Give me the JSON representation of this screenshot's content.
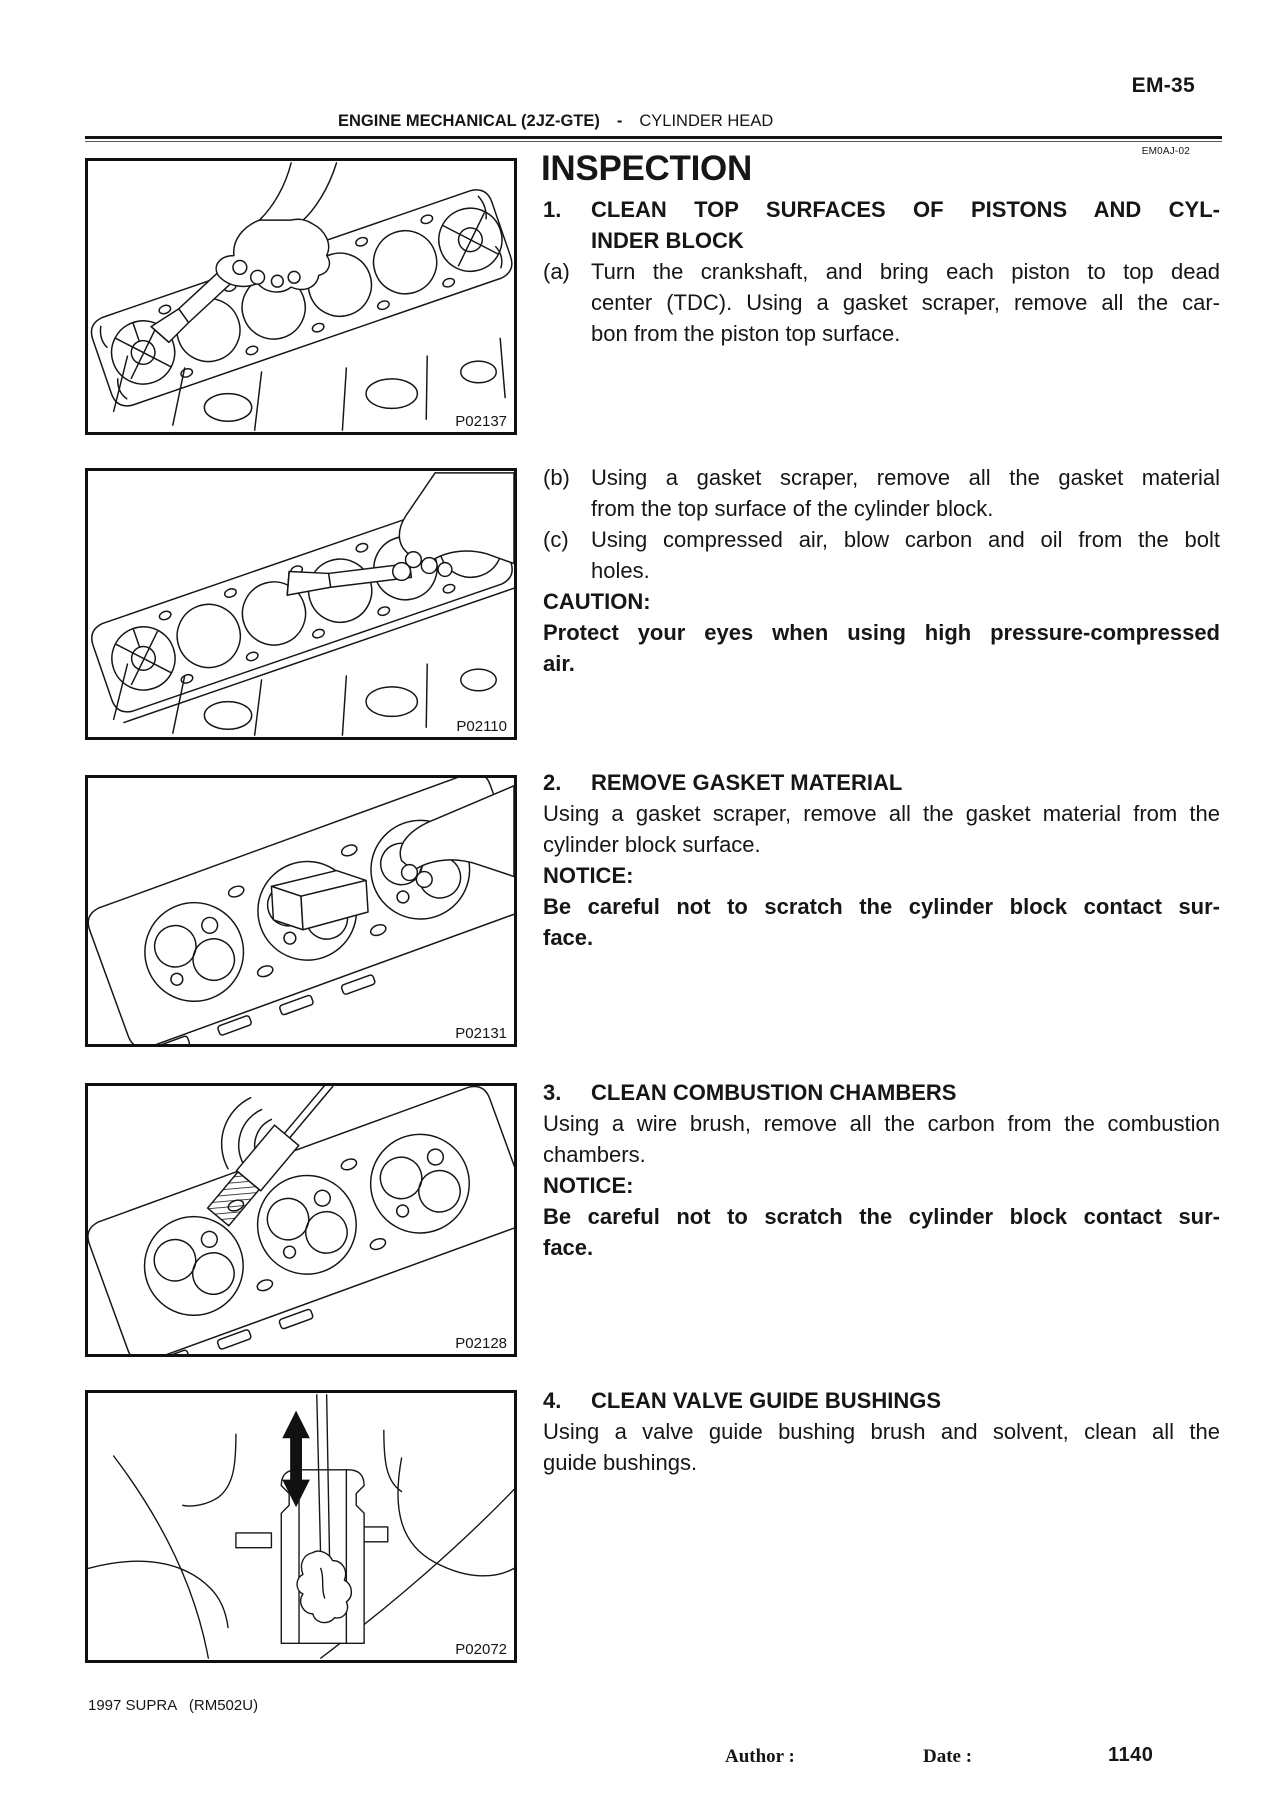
{
  "page": {
    "code": "EM-35",
    "header_bold": "ENGINE MECHANICAL (2JZ-GTE)",
    "header_sep": "-",
    "header_regular": "CYLINDER HEAD",
    "doc_code": "EM0AJ-02",
    "title": "INSPECTION",
    "footer_left": "1997 SUPRA   (RM502U)",
    "footer_author": "Author :",
    "footer_date": "Date :",
    "footer_page": "1140"
  },
  "figures": [
    {
      "label": "P02137",
      "depicts": "hand scraping carbon from piston top surfaces of cylinder block"
    },
    {
      "label": "P02110",
      "depicts": "hand with gasket scraper removing gasket material from cylinder block top surface"
    },
    {
      "label": "P02131",
      "depicts": "gasket scraper on cylinder head combustion chamber surface"
    },
    {
      "label": "P02128",
      "depicts": "wire brush cleaning combustion chambers of cylinder head"
    },
    {
      "label": "P02072",
      "depicts": "valve guide bushing brush moving up and down in guide bushing"
    }
  ],
  "groups": [
    {
      "blocks": [
        {
          "type": "heading",
          "marker": "1.",
          "lines": [
            "CLEAN TOP SURFACES OF PISTONS AND CYL-",
            "INDER BLOCK"
          ]
        },
        {
          "type": "lettered",
          "marker": "(a)",
          "lines": [
            "Turn the crankshaft, and bring each piston to top dead",
            "center (TDC). Using a gasket scraper, remove all the car-",
            "bon from the piston top surface."
          ]
        }
      ]
    },
    {
      "blocks": [
        {
          "type": "lettered",
          "marker": "(b)",
          "lines": [
            "Using a gasket scraper, remove all the gasket material",
            "from the top surface of the cylinder block."
          ]
        },
        {
          "type": "lettered",
          "marker": "(c)",
          "lines": [
            "Using compressed air, blow carbon and oil from the bolt",
            "holes."
          ]
        },
        {
          "type": "boldlabel",
          "lines": [
            "CAUTION:"
          ]
        },
        {
          "type": "bold",
          "lines": [
            "Protect your eyes when using high pressure-compressed",
            "air."
          ]
        }
      ]
    },
    {
      "blocks": [
        {
          "type": "heading",
          "marker": "2.",
          "lines": [
            "REMOVE GASKET MATERIAL"
          ]
        },
        {
          "type": "plain",
          "lines": [
            "Using a gasket scraper, remove all the gasket material from the",
            "cylinder block surface."
          ]
        },
        {
          "type": "boldlabel",
          "lines": [
            "NOTICE:"
          ]
        },
        {
          "type": "bold",
          "lines": [
            "Be careful not to scratch the cylinder block contact sur-",
            "face."
          ]
        }
      ]
    },
    {
      "blocks": [
        {
          "type": "heading",
          "marker": "3.",
          "lines": [
            "CLEAN COMBUSTION CHAMBERS"
          ]
        },
        {
          "type": "plain",
          "lines": [
            "Using a wire brush, remove all the carbon from the combustion",
            "chambers."
          ]
        },
        {
          "type": "boldlabel",
          "lines": [
            "NOTICE:"
          ]
        },
        {
          "type": "bold",
          "lines": [
            "Be careful not to scratch the cylinder block contact sur-",
            "face."
          ]
        }
      ]
    },
    {
      "blocks": [
        {
          "type": "heading",
          "marker": "4.",
          "lines": [
            "CLEAN VALVE GUIDE BUSHINGS"
          ]
        },
        {
          "type": "plain",
          "lines": [
            "Using a valve guide bushing brush and solvent, clean all the",
            "guide bushings."
          ]
        }
      ]
    }
  ]
}
